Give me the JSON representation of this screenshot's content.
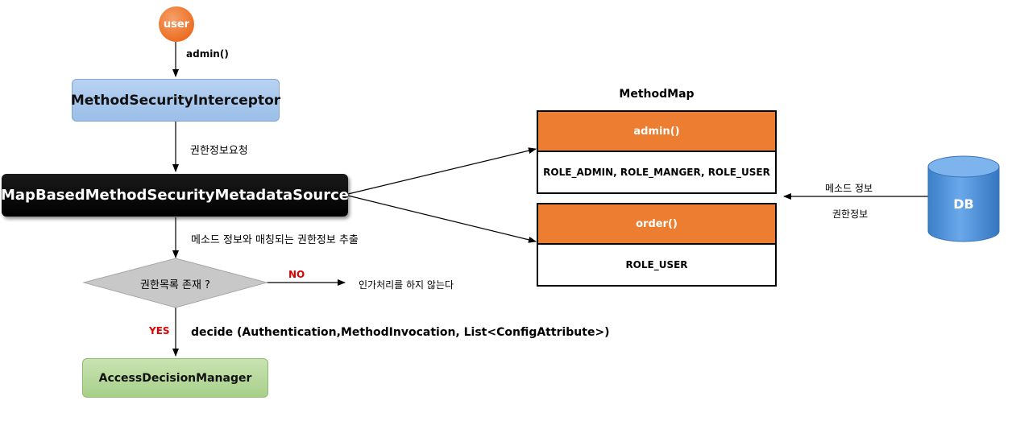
{
  "user": {
    "label": "user"
  },
  "flow": {
    "call_label": "admin()",
    "interceptor": "MethodSecurityInterceptor",
    "request_label": "권한정보요청",
    "metadata_source": "MapBasedMethodSecurityMetadataSource",
    "extract_label": "메소드 정보와 매칭되는 권한정보 추출",
    "decision": "권한목록 존재 ?",
    "no_label": "NO",
    "no_result": "인가처리를 하지 않는다",
    "yes_label": "YES",
    "decide_label": "decide (Authentication,MethodInvocation, List<ConfigAttribute>)",
    "manager": "AccessDecisionManager"
  },
  "method_map": {
    "title": "MethodMap",
    "entries": [
      {
        "method": "admin()",
        "roles": "ROLE_ADMIN, ROLE_MANGER, ROLE_USER"
      },
      {
        "method": "order()",
        "roles": "ROLE_USER"
      }
    ]
  },
  "db": {
    "label": "DB",
    "arrow_label_1": "메소드 정보",
    "arrow_label_2": "권한정보"
  },
  "colors": {
    "orange": "#ed7d31",
    "blue_box": "#9bbfe8",
    "green_box": "#a7d08a",
    "db_blue": "#4a8fd6",
    "red_text": "#e00000"
  }
}
